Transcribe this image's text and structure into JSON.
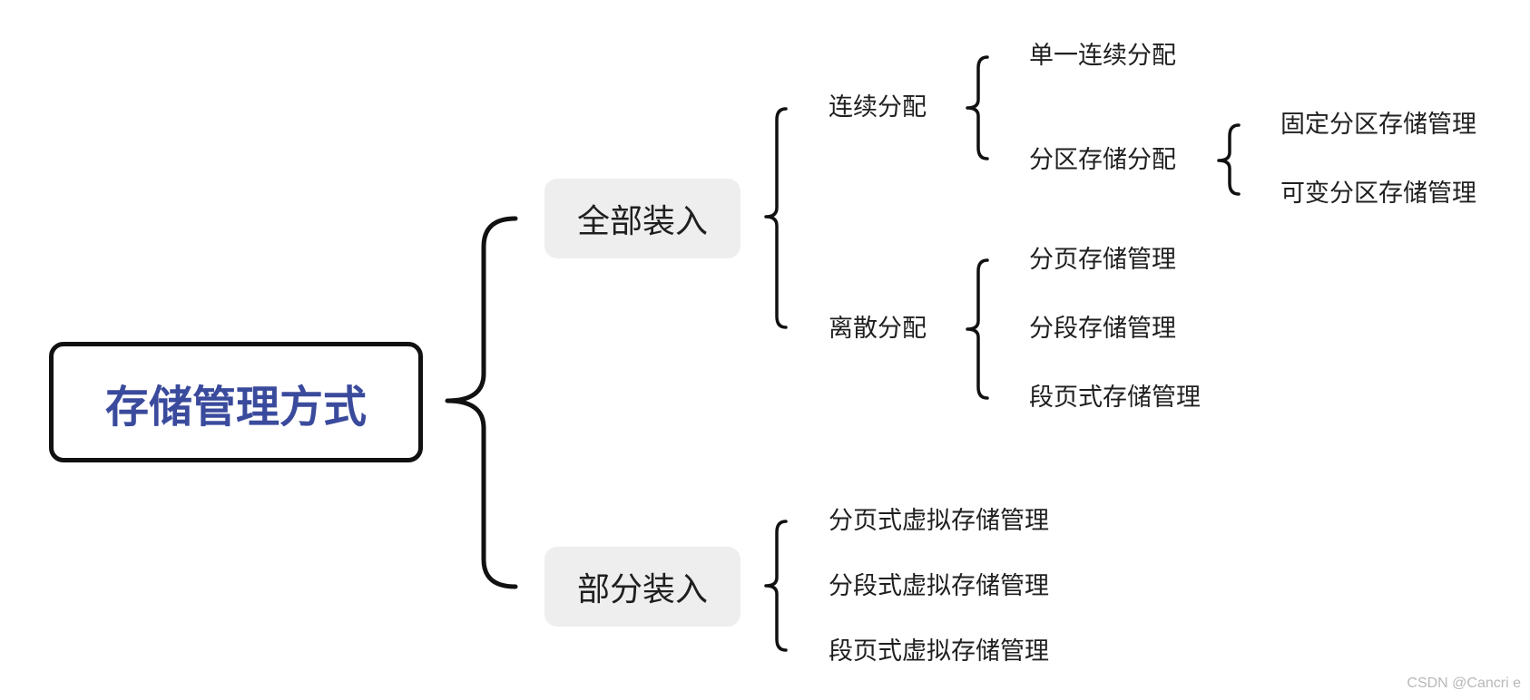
{
  "root": {
    "label": "存储管理方式"
  },
  "branches": [
    {
      "label": "全部装入",
      "children": [
        {
          "label": "连续分配",
          "children": [
            {
              "label": "单一连续分配"
            },
            {
              "label": "分区存储分配",
              "children": [
                "固定分区存储管理",
                "可变分区存储管理"
              ]
            }
          ]
        },
        {
          "label": "离散分配",
          "children": [
            "分页存储管理",
            "分段存储管理",
            "段页式存储管理"
          ]
        }
      ]
    },
    {
      "label": "部分装入",
      "children": [
        "分页式虚拟存储管理",
        "分段式虚拟存储管理",
        "段页式虚拟存储管理"
      ]
    }
  ],
  "watermark": "CSDN @Cancri e",
  "colors": {
    "root_text": "#3a4a9c",
    "pill_bg": "#eeeeee",
    "line": "#111111"
  }
}
